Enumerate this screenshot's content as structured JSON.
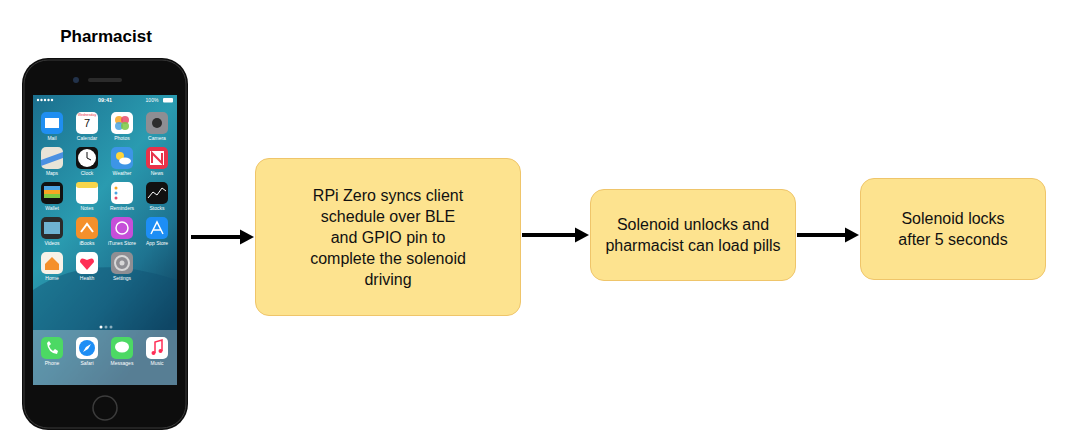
{
  "diagram": {
    "nodes": [
      {
        "text": [
          "Pharmacist"
        ]
      },
      {
        "text": [
          "RPi Zero syncs client schedule over BLE and GPIO pin to complete the solenoid driving"
        ]
      },
      {
        "text": [
          "Solenoid unlocks and pharmacist can load pills"
        ]
      },
      {
        "text": [
          "Solenoid locks after 5 seconds"
        ]
      }
    ],
    "edges": [
      {
        "from": 0,
        "to": 1,
        "arrow": "to"
      },
      {
        "from": 1,
        "to": 2,
        "arrow": "to"
      },
      {
        "from": 2,
        "to": 3,
        "arrow": "to"
      }
    ],
    "labels": [
      "09:41",
      "100%",
      "Wednesday",
      "7",
      "Mail",
      "Calendar",
      "Photos",
      "Camera",
      "Maps",
      "Clock",
      "Weather",
      "News",
      "Wallet",
      "Notes",
      "Reminders",
      "Stocks",
      "Videos",
      "iBooks",
      "iTunes Store",
      "App Store",
      "Home",
      "Health",
      "Settings",
      "Phone",
      "Safari",
      "Messages",
      "Music"
    ]
  }
}
